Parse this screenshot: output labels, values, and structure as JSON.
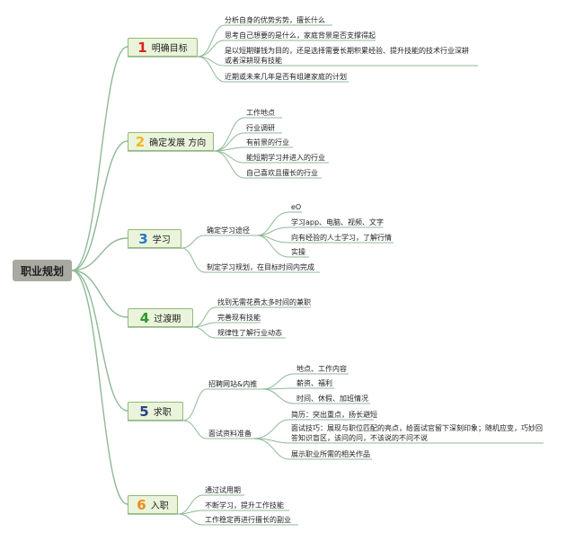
{
  "root": "职业规划",
  "colors": {
    "line": "#8fb996",
    "num1": "#e0201b",
    "num2": "#f2b51c",
    "num3": "#2a78c4",
    "num4": "#2d9a2d",
    "num5": "#2b3f86",
    "num6": "#f08a1c"
  },
  "stages": [
    {
      "num": "1",
      "title": "明确目标",
      "items": [
        "分析自身的优势劣势，擅长什么",
        "思考自己想要的是什么，家庭背景是否支撑得起",
        "是以短期赚钱为目的，还是选择需要长期积累经验、提升技能的技术行业深耕 或者深耕现有技能",
        "近期或未来几年是否有组建家庭的计划"
      ]
    },
    {
      "num": "2",
      "title": "确定发展 方向",
      "items": [
        "工作地点",
        "行业调研",
        "有前景的行业",
        "能短期学习并进入的行业",
        "自己喜欢且擅长的行业"
      ]
    },
    {
      "num": "3",
      "title": "学习",
      "path_label": "确定学习途径",
      "path_items": [
        "eO",
        "学习app、电脑、视频、文字",
        "向有经验的人士学习，了解行情",
        "实操"
      ],
      "plan": "制定学习规划，在目标时间内完成"
    },
    {
      "num": "4",
      "title": "过渡期",
      "items": [
        "找到无需花费太多时间的兼职",
        "完善现有技能",
        "规律性了解行业动态"
      ]
    },
    {
      "num": "5",
      "title": "求职",
      "g1_label": "招聘网站&内推",
      "g1_items": [
        "地点、工作内容",
        "薪资、福利",
        "时间、休假、加班情况"
      ],
      "g2_label": "面试资料准备",
      "g2_items": [
        "简历：突出重点，扬长避短",
        "面试技巧：展现与职位匹配的亮点，给面试官留下深刻印象；随机应变，巧妙回答知识盲区，该问的问，不该说的不问不说",
        "展示职业所需的相关作品"
      ]
    },
    {
      "num": "6",
      "title": "入职",
      "items": [
        "通过试用期",
        "不断学习，提升工作技能",
        "工作稳定再进行擅长的副业"
      ]
    }
  ]
}
